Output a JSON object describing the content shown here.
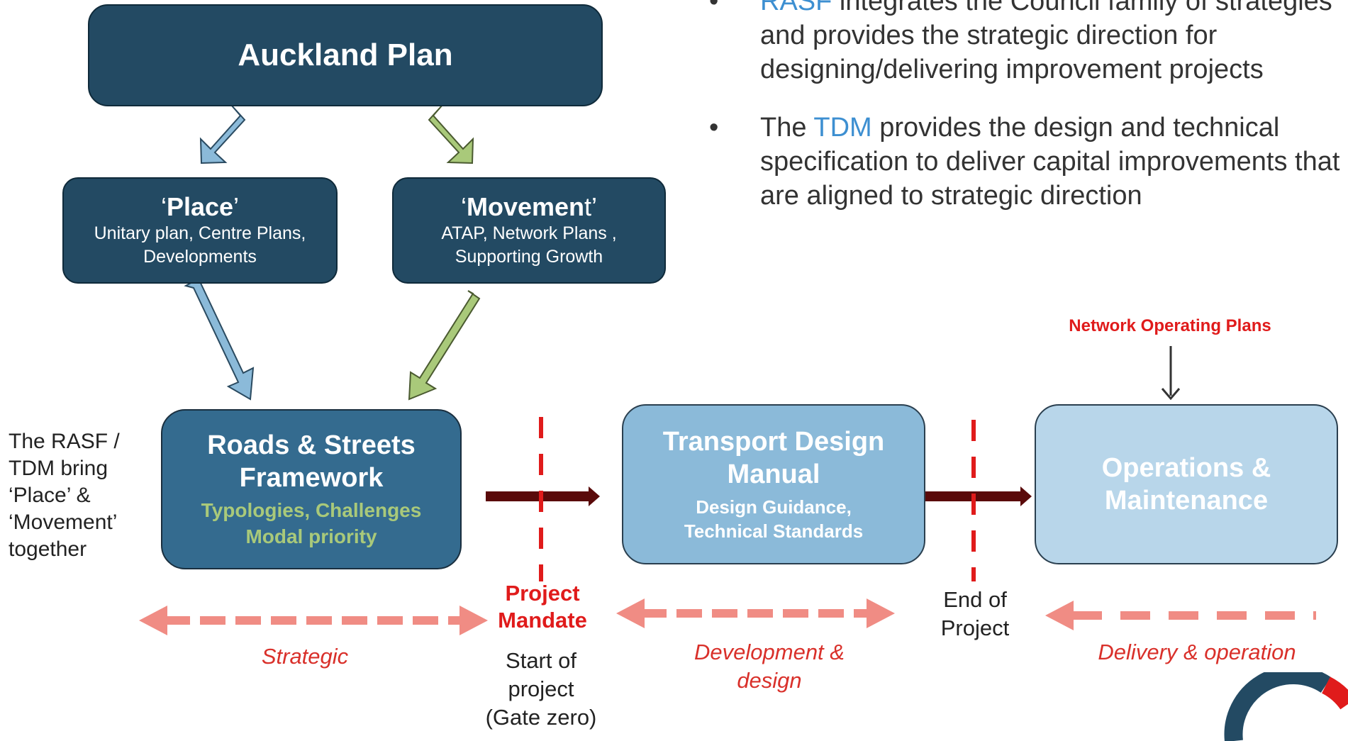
{
  "bullets": [
    {
      "highlight": "RASF",
      "text": " integrates the Council family of strategies and provides the strategic direction for designing/delivering improvement projects"
    },
    {
      "prefix": "The ",
      "highlight": "TDM",
      "text": " provides the design and technical specification to deliver capital improvements that are aligned to strategic direction"
    }
  ],
  "auckland_plan": {
    "title": "Auckland Plan"
  },
  "place": {
    "title_pre": "‘",
    "title_bold": "Place",
    "title_post": "’",
    "subtitle": "Unitary plan, Centre Plans, Developments"
  },
  "movement": {
    "title_pre": "‘",
    "title_bold": "Movemen",
    "title_post": "t’",
    "subtitle": "ATAP, Network Plans , Supporting Growth"
  },
  "rasf_box": {
    "title": "Roads & Streets Framework",
    "sub1": "Typologies, Challenges",
    "sub2": "Modal priority"
  },
  "tdm_box": {
    "title": "Transport Design Manual",
    "sub": "Design Guidance, Technical Standards"
  },
  "ops_box": {
    "title": "Operations & Maintenance"
  },
  "network_operating_plans": "Network Operating Plans",
  "side_note": "The RASF / TDM bring ‘Place’ & ‘Movement’ together",
  "project_mandate": "Project Mandate",
  "start_of_project": "Start of project (Gate zero)",
  "end_of_project": "End of Project",
  "phases": {
    "strategic": "Strategic",
    "development": "Development & design",
    "delivery": "Delivery  & operation"
  },
  "colors": {
    "dark": "#234a63",
    "mid": "#346b8f",
    "light": "#8bbad9",
    "pale": "#b8d6ea",
    "green": "#a9c97a",
    "red": "#e01b1b",
    "salmon": "#f08c84",
    "maroon": "#5a0a0a"
  }
}
